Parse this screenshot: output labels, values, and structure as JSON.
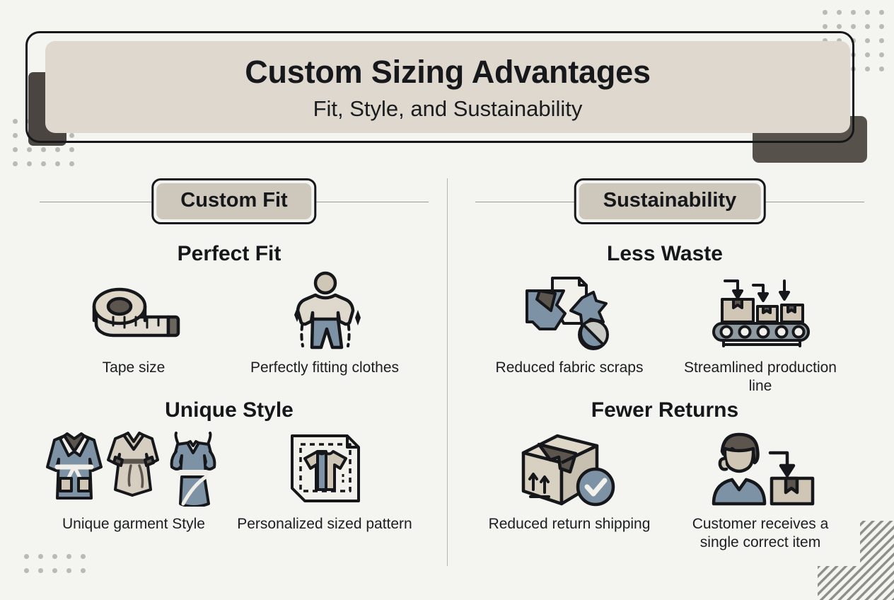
{
  "header": {
    "title": "Custom Sizing Advantages",
    "subtitle": "Fit, Style, and Sustainability"
  },
  "columns": [
    {
      "pill_label": "Custom Fit"
    },
    {
      "pill_label": "Sustainability"
    }
  ],
  "groups": [
    {
      "key": "perfect-fit",
      "title": "Perfect Fit",
      "items": [
        {
          "icon": "tape-measure-icon",
          "caption": "Tape size"
        },
        {
          "icon": "fitted-person-icon",
          "caption": "Perfectly fitting clothes"
        }
      ]
    },
    {
      "key": "unique-style",
      "title": "Unique Style",
      "items": [
        {
          "icon": "garments-icon",
          "caption": "Unique garment Style"
        },
        {
          "icon": "sewing-pattern-icon",
          "caption": "Personalized sized pattern"
        }
      ]
    },
    {
      "key": "less-waste",
      "title": "Less Waste",
      "items": [
        {
          "icon": "fabric-scraps-icon",
          "caption": "Reduced fabric scraps"
        },
        {
          "icon": "conveyor-belt-icon",
          "caption": "Streamlined production line"
        }
      ]
    },
    {
      "key": "fewer-returns",
      "title": "Fewer Returns",
      "items": [
        {
          "icon": "shipping-box-check-icon",
          "caption": "Reduced return shipping"
        },
        {
          "icon": "customer-receives-box-icon",
          "caption": "Customer receives a single correct item"
        }
      ]
    }
  ],
  "colors": {
    "background": "#f4f5f0",
    "header_fill": "#dfd8ce",
    "pill_fill": "#cdc7bc",
    "ink": "#15171a",
    "accent_blue": "#7d92a5",
    "accent_beige": "#cfc6b6",
    "shadow_dark": "#4a4540"
  }
}
